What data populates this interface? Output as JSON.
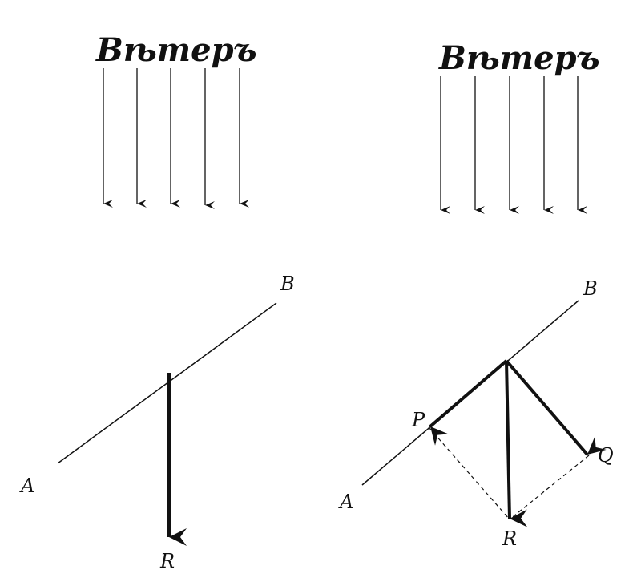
{
  "left_figure": {
    "wind_label": "Вѣтеръ",
    "point_a": "A",
    "point_b": "B",
    "resultant": "R"
  },
  "right_figure": {
    "wind_label": "Вѣтеръ",
    "point_a": "A",
    "point_b": "B",
    "component_p": "P",
    "component_q": "Q",
    "resultant": "R"
  },
  "colors": {
    "ink": "#111111",
    "background": "#ffffff"
  }
}
